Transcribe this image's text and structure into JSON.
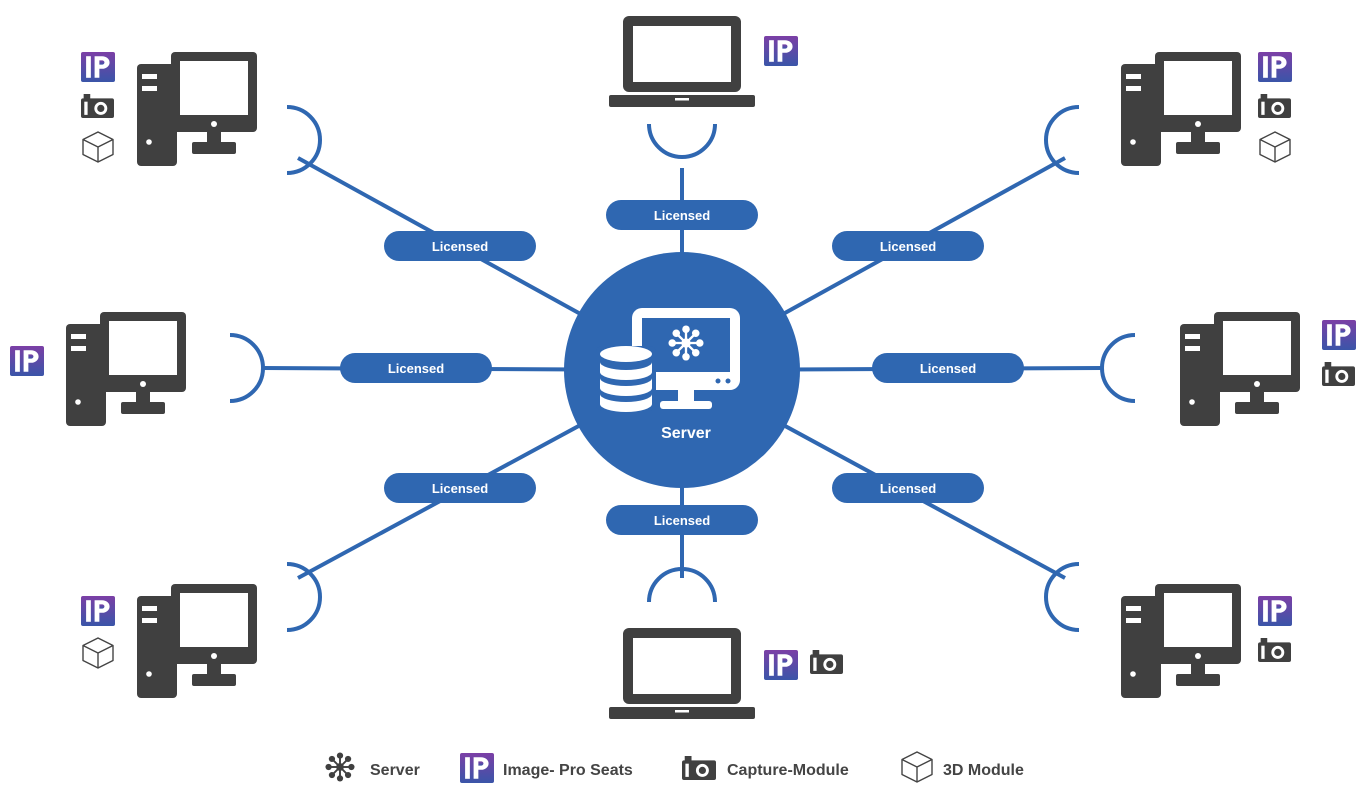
{
  "colors": {
    "link": "#2f67b1",
    "device": "#404040",
    "ip_top": "#7b3fa6",
    "ip_bottom": "#3a55a8",
    "module_3d": "#444444",
    "background": "#ffffff"
  },
  "server": {
    "label": "Server",
    "icons": [
      "database-icon",
      "monitor-icon",
      "server-hub-icon"
    ]
  },
  "connections": [
    {
      "id": "top",
      "badge": "Licensed",
      "device": "laptop",
      "modules": [
        "image-pro"
      ]
    },
    {
      "id": "top-right",
      "badge": "Licensed",
      "device": "desktop",
      "modules": [
        "image-pro",
        "capture",
        "3d"
      ]
    },
    {
      "id": "right",
      "badge": "Licensed",
      "device": "desktop",
      "modules": [
        "image-pro",
        "capture"
      ]
    },
    {
      "id": "bottom-right",
      "badge": "Licensed",
      "device": "desktop",
      "modules": [
        "image-pro",
        "capture"
      ]
    },
    {
      "id": "bottom",
      "badge": "Licensed",
      "device": "laptop",
      "modules": [
        "image-pro",
        "capture"
      ]
    },
    {
      "id": "bottom-left",
      "badge": "Licensed",
      "device": "desktop",
      "modules": [
        "image-pro",
        "3d"
      ]
    },
    {
      "id": "left",
      "badge": "Licensed",
      "device": "desktop",
      "modules": [
        "image-pro"
      ]
    },
    {
      "id": "top-left",
      "badge": "Licensed",
      "device": "desktop",
      "modules": [
        "image-pro",
        "capture",
        "3d"
      ]
    }
  ],
  "legend": [
    {
      "icon": "server-hub-icon",
      "label": "Server"
    },
    {
      "icon": "image-pro-icon",
      "label": "Image- Pro Seats"
    },
    {
      "icon": "capture-module-icon",
      "label": "Capture-Module"
    },
    {
      "icon": "3d-module-icon",
      "label": "3D Module"
    }
  ]
}
